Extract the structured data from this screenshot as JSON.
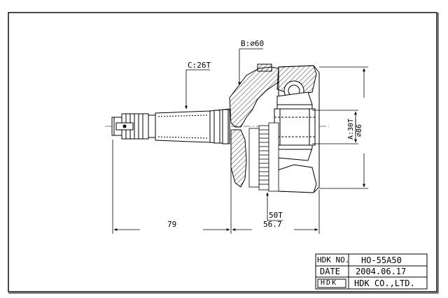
{
  "drawing": {
    "labels": {
      "boot_diameter": "B:⌀60",
      "shaft_spline": "C:26T",
      "inner_spline": "A:30T",
      "outer_diameter": "⌀86",
      "abs_teeth": "50T"
    },
    "dimensions": {
      "shaft_length": "79",
      "bell_length": "56.7"
    }
  },
  "title_block": {
    "part_no_label": "HDK NO.",
    "part_no_value": "HO-55A50",
    "date_label": "DATE",
    "date_value": "2004.06.17",
    "logo_text": "HDK",
    "company": "HDK CO.,LTD."
  }
}
